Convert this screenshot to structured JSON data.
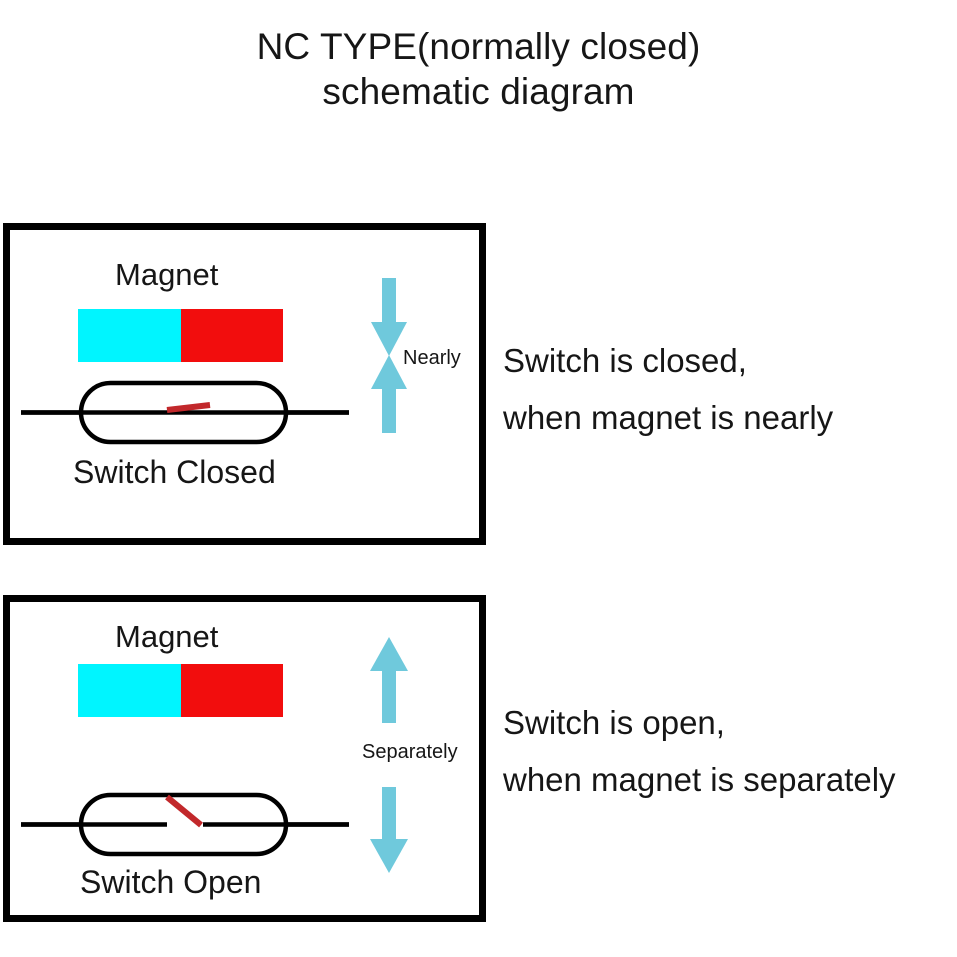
{
  "title": {
    "line1": "NC TYPE(normally closed)",
    "line2": "schematic diagram"
  },
  "colors": {
    "magnet_north": "#00F5FF",
    "magnet_south": "#F20D0D",
    "arrow": "#6FC9DC",
    "blade": "#C2282B",
    "outline": "#000000",
    "text": "#161616"
  },
  "panels": [
    {
      "id": "closed",
      "magnet_label": "Magnet",
      "switch_caption": "Switch Closed",
      "arrow_label": "Nearly",
      "arrow_direction": "converging",
      "state": "closed"
    },
    {
      "id": "open",
      "magnet_label": "Magnet",
      "switch_caption": "Switch Open",
      "arrow_label": "Separately",
      "arrow_direction": "diverging",
      "state": "open"
    }
  ],
  "descriptions": [
    {
      "line1": "Switch is closed,",
      "line2": "when magnet is nearly"
    },
    {
      "line1": "Switch is open,",
      "line2": "when magnet is separately"
    }
  ]
}
